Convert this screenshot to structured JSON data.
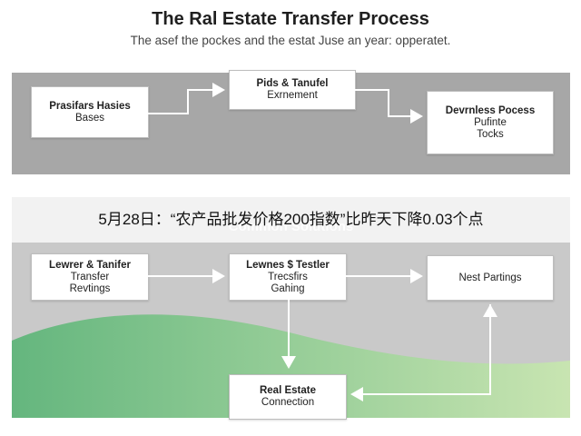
{
  "title": "The Ral Estate Transfer Process",
  "subtitle": "The asef the pockes and the estat Juse an year: opperatet.",
  "top_panel": {
    "box1": {
      "line1": "Prasifars Hasies",
      "line2": "Bases"
    },
    "box2": {
      "line1": "Pids & Tanufel",
      "line2": "Exrnement"
    },
    "box3": {
      "line1": "Devrnless Pocess",
      "line2": "Pufinte",
      "line3": "Tocks"
    }
  },
  "banner": {
    "text": "5月28日：“农产品批发价格200指数”比昨天下降0.03个点",
    "faint_text": "Common Solutions"
  },
  "bottom_panel": {
    "box1": {
      "line1": "Lewrer & Tanifer",
      "line2": "Transfer",
      "line3": "Revtings"
    },
    "box2": {
      "line1": "Lewnes $ Testler",
      "line2": "Trecsfirs",
      "line3": "Gahing"
    },
    "box3": {
      "line1": "Nest Partings"
    },
    "box4": {
      "line1": "Real Estate",
      "line2": "Connection"
    }
  },
  "colors": {
    "panel_top": "#a7a7a7",
    "panel_bottom": "#c9c9c9",
    "wave_dark": "#5fb57a",
    "wave_light": "#c8e6b0"
  }
}
